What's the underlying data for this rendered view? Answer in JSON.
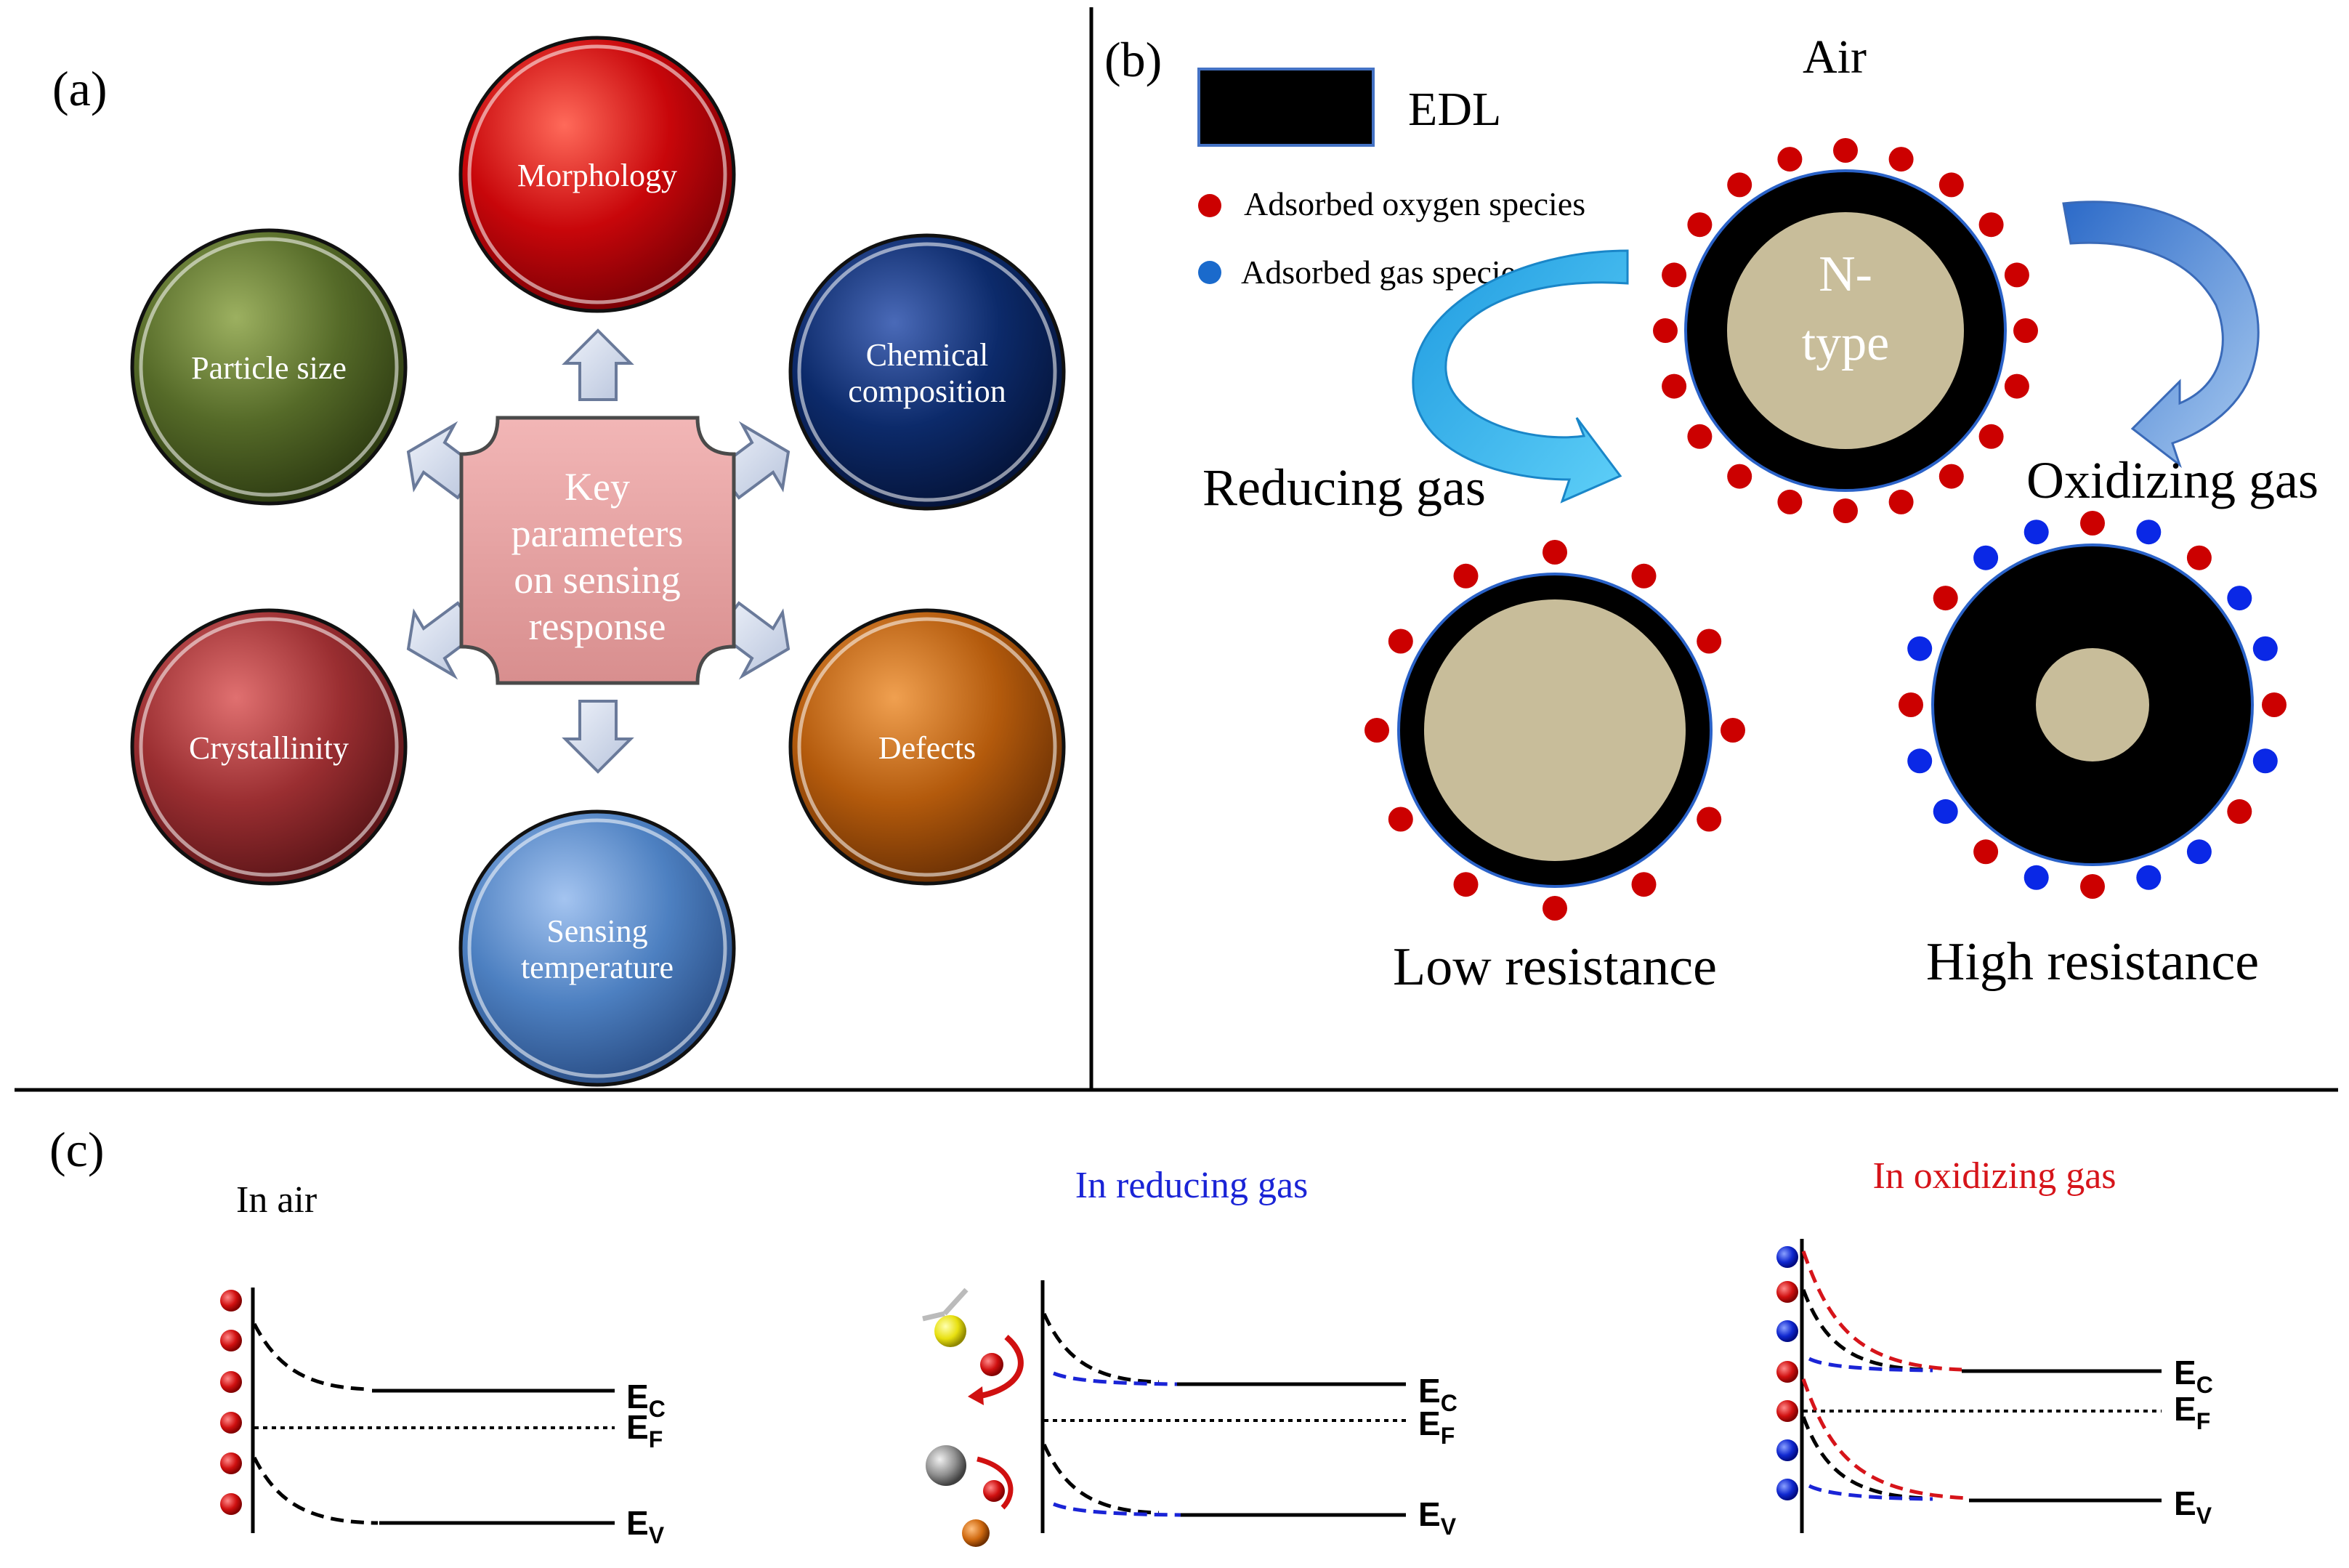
{
  "panel_a": {
    "label": "(a)",
    "center_text": [
      "Key",
      "parameters",
      "on sensing",
      "response"
    ],
    "circles": [
      {
        "id": "morphology",
        "lines": [
          "Morphology"
        ],
        "color": "#c8060a"
      },
      {
        "id": "chemical-composition",
        "lines": [
          "Chemical",
          "composition"
        ],
        "color": "#0c2a6a"
      },
      {
        "id": "defects",
        "lines": [
          "Defects"
        ],
        "color": "#b35a0c"
      },
      {
        "id": "sensing-temperature",
        "lines": [
          "Sensing",
          "temperature"
        ],
        "color": "#4d80c1"
      },
      {
        "id": "crystallinity",
        "lines": [
          "Crystallinity"
        ],
        "color": "#9a2e31"
      },
      {
        "id": "particle-size",
        "lines": [
          "Particle size"
        ],
        "color": "#556a28"
      }
    ]
  },
  "panel_b": {
    "label": "(b)",
    "legend_edl": "EDL",
    "legend_oxygen": "Adsorbed oxygen species",
    "legend_gas": "Adsorbed gas species",
    "air_label": "Air",
    "core_label": [
      "N-",
      "type"
    ],
    "reducing_label": "Reducing gas",
    "oxidizing_label": "Oxidizing gas",
    "low_label": "Low resistance",
    "high_label": "High resistance",
    "colors": {
      "edl": "#000000",
      "core": "#c8bd9a",
      "oxygen": "#cc0000",
      "gas": "#0a28e6"
    }
  },
  "panel_c": {
    "label": "(c)",
    "in_air": "In air",
    "in_reducing": "In reducing gas",
    "in_oxidizing": "In oxidizing gas",
    "reducing_color": "#1a24d6",
    "oxidizing_color": "#d6141a",
    "ec_main": "E",
    "ec_sub": "C",
    "ef_main": "E",
    "ef_sub": "F",
    "ev_main": "E",
    "ev_sub": "V"
  }
}
